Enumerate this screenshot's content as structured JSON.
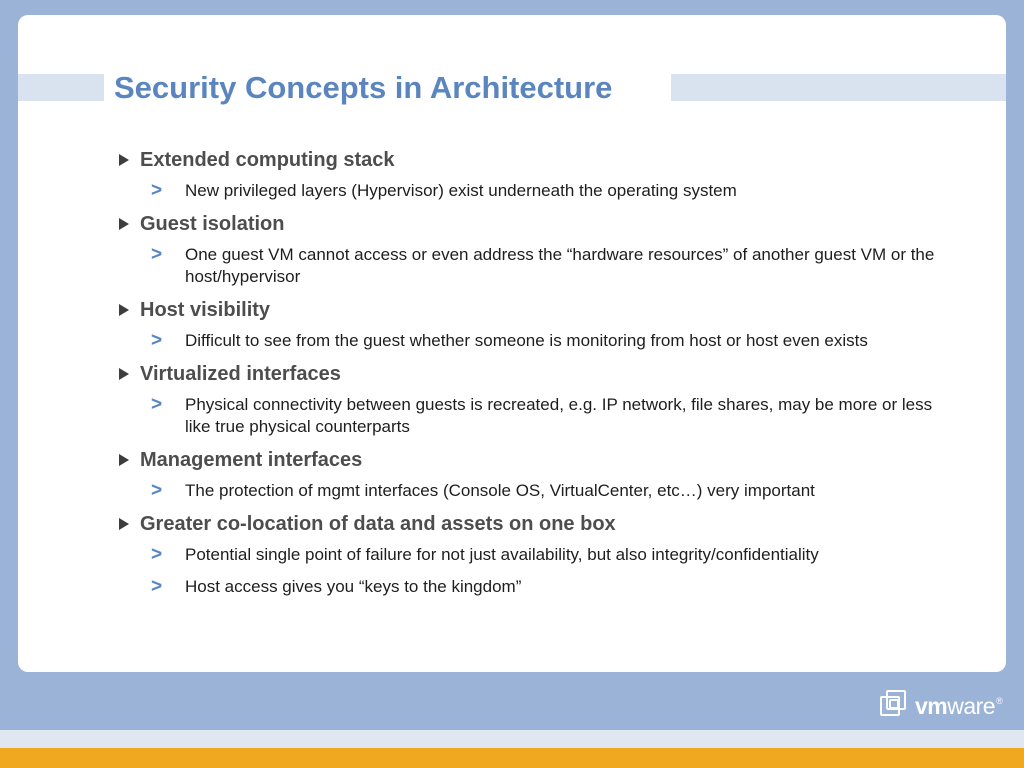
{
  "slide": {
    "title": "Security Concepts in Architecture",
    "bullets": [
      {
        "heading": "Extended computing stack",
        "subs": [
          "New privileged layers (Hypervisor) exist underneath the operating system"
        ]
      },
      {
        "heading": "Guest isolation",
        "subs": [
          "One guest VM cannot access or even address the “hardware resources” of another guest VM or the host/hypervisor"
        ]
      },
      {
        "heading": "Host visibility",
        "subs": [
          "Difficult to see from the guest whether someone is monitoring from host or host even exists"
        ]
      },
      {
        "heading": "Virtualized interfaces",
        "subs": [
          "Physical connectivity between guests is recreated, e.g. IP network, file shares, may be more or less like true physical counterparts"
        ]
      },
      {
        "heading": "Management interfaces",
        "subs": [
          "The protection of mgmt interfaces (Console OS, VirtualCenter, etc…) very important"
        ]
      },
      {
        "heading": "Greater co-location of data and assets on one box",
        "subs": [
          "Potential single point of failure for not just availability, but also integrity/confidentiality",
          "Host access gives you “keys to the kingdom”"
        ]
      }
    ],
    "sub_bullet_marker": ">"
  },
  "logo": {
    "prefix": "vm",
    "suffix": "ware",
    "mark": "®",
    "icon": "vmware-logo-icon"
  },
  "colors": {
    "title": "#5b85be",
    "background": "#9bb3d6",
    "accent_bar": "#f0a821"
  }
}
